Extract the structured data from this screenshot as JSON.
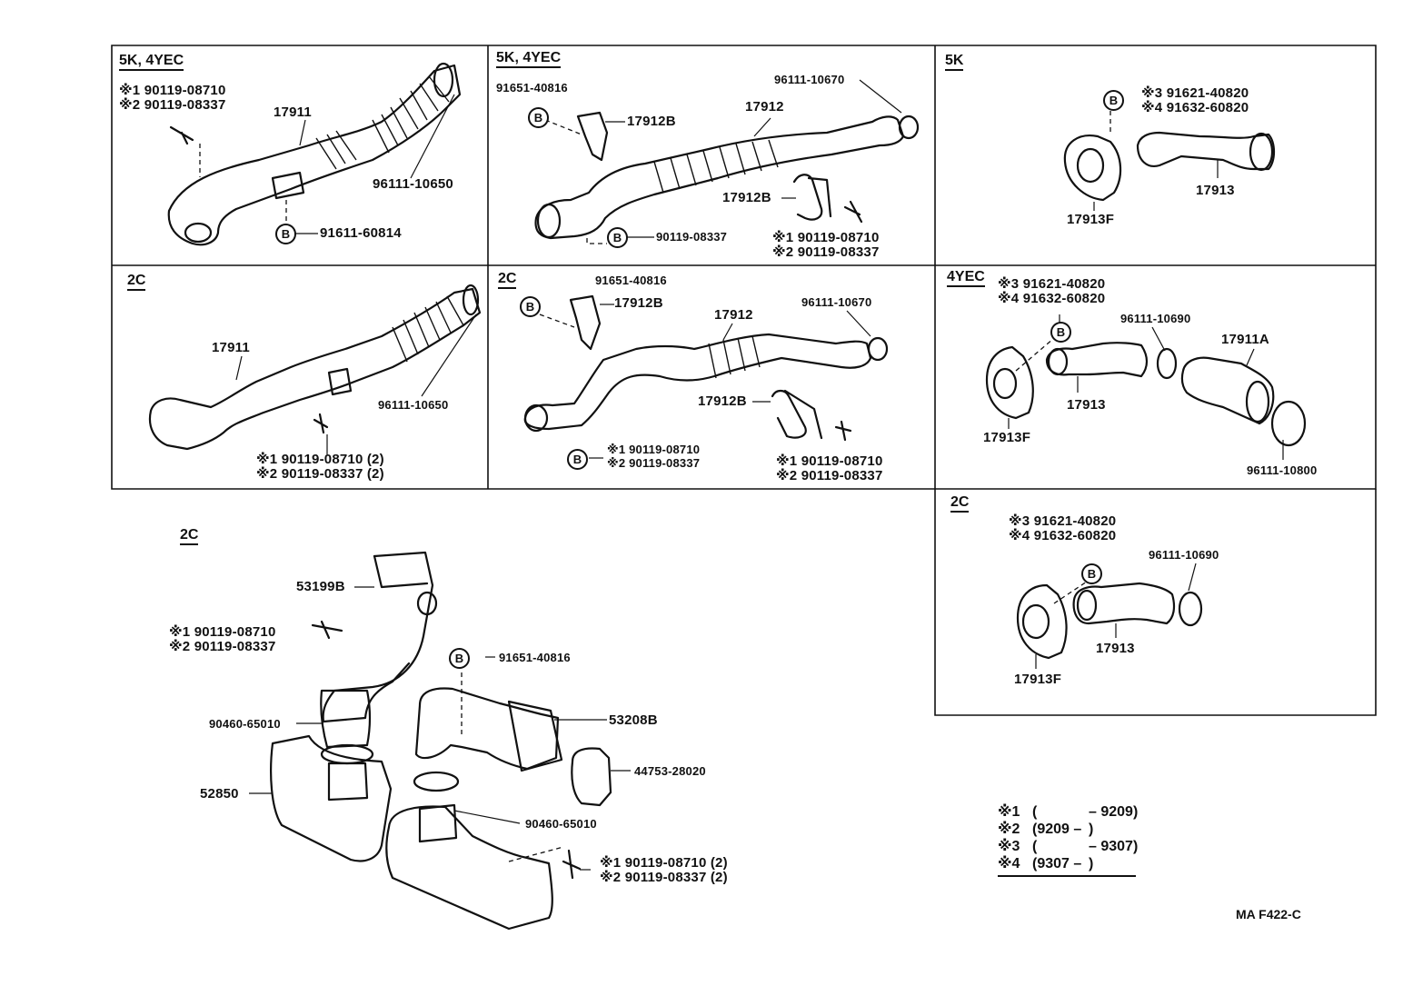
{
  "panels": {
    "p1": {
      "title": "5K, 4YEC",
      "note_1": "※1 90119-08710",
      "note_2": "※2 90119-08337",
      "part_main": "17911",
      "part_clamp": "96111-10650",
      "bolt_b": "B",
      "part_b": "91611-60814"
    },
    "p2": {
      "title": "5K, 4YEC",
      "part_b_top": "91651-40816",
      "bolt_b_top": "B",
      "bracket": "17912B",
      "part_main": "17912",
      "part_clamp": "96111-10670",
      "bracket_2": "17912B",
      "bolt_b_bottom": "B",
      "part_b_bottom": "90119-08337",
      "note_1": "※1 90119-08710",
      "note_2": "※2 90119-08337"
    },
    "p3": {
      "title": "5K",
      "bolt_b": "B",
      "note_3": "※3 91621-40820",
      "note_4": "※4 91632-60820",
      "part_hose": "17913",
      "part_flange": "17913F"
    },
    "p4": {
      "title": "2C",
      "part_main": "17911",
      "part_clamp": "96111-10650",
      "note_1": "※1 90119-08710 (2)",
      "note_2": "※2 90119-08337 (2)"
    },
    "p5": {
      "title": "2C",
      "part_b_top": "91651-40816",
      "bolt_b_top": "B",
      "bracket": "17912B",
      "part_main": "17912",
      "part_clamp": "96111-10670",
      "bracket_2": "17912B",
      "bolt_b_bottom": "B",
      "note_1a": "※1 90119-08710",
      "note_2a": "※2 90119-08337",
      "note_1b": "※1 90119-08710",
      "note_2b": "※2 90119-08337"
    },
    "p6": {
      "title": "4YEC",
      "note_3": "※3 91621-40820",
      "note_4": "※4 91632-60820",
      "bolt_b": "B",
      "part_clamp_a": "96111-10690",
      "part_hose_a": "17911A",
      "part_hose": "17913",
      "part_flange": "17913F",
      "part_clamp_b": "96111-10800"
    },
    "p7": {
      "title": "2C",
      "note_3": "※3 91621-40820",
      "note_4": "※4 91632-60820",
      "bolt_b": "B",
      "part_clamp": "96111-10690",
      "part_hose": "17913",
      "part_flange": "17913F"
    },
    "p8": {
      "title": "2C",
      "part_duct": "53199B",
      "note_1": "※1 90119-08710",
      "note_2": "※2 90119-08337",
      "bolt_b": "B",
      "part_b": "91651-40816",
      "part_clamp_a": "90460-65010",
      "part_duct_b": "53208B",
      "part_seal": "44753-28020",
      "part_resonator": "52850",
      "part_clamp_b": "90460-65010",
      "note_1b": "※1 90119-08710 (2)",
      "note_2b": "※2 90119-08337 (2)"
    }
  },
  "legend": {
    "rows": [
      {
        "mark": "※1",
        "from": "(",
        "to": "– 9209)"
      },
      {
        "mark": "※2",
        "from": "(9209 –",
        "to": ")"
      },
      {
        "mark": "※3",
        "from": "(",
        "to": "– 9307)"
      },
      {
        "mark": "※4",
        "from": "(9307 –",
        "to": ")"
      }
    ]
  },
  "drawing_code": "MA  F422-C"
}
